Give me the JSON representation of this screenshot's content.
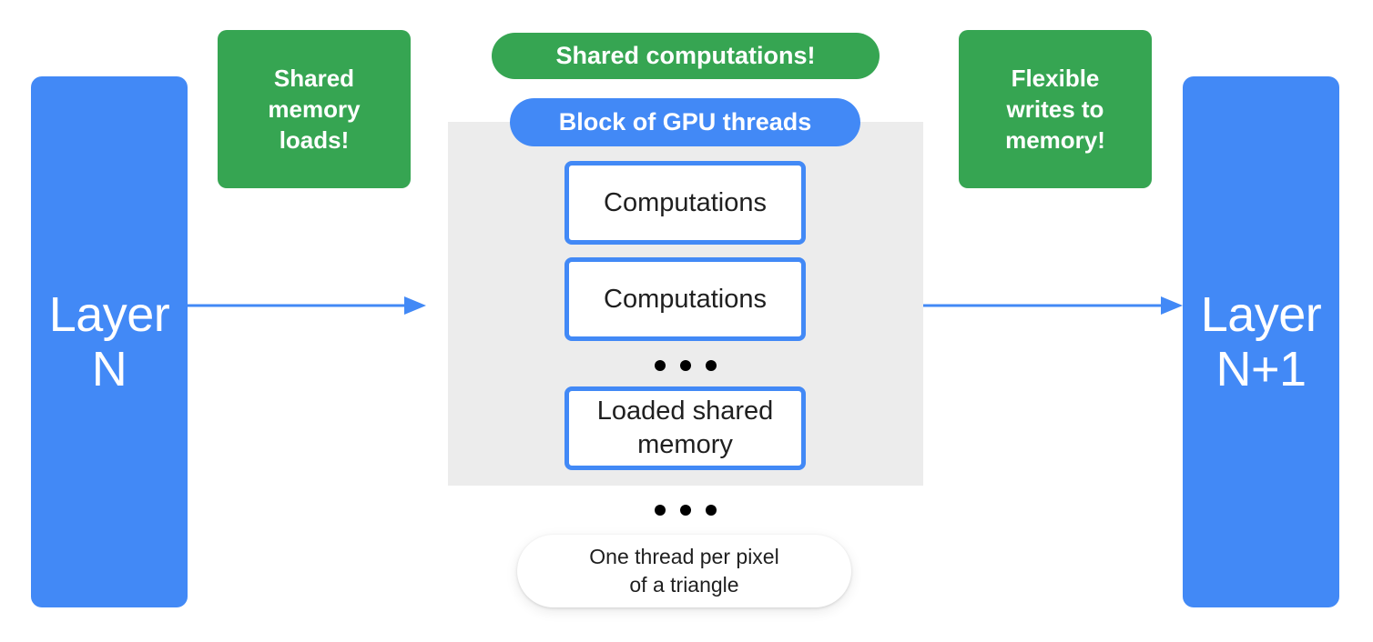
{
  "diagram": {
    "title": "GPU block / shared memory data flow",
    "colors": {
      "blue": "#4289F6",
      "green": "#36A552",
      "grey_block": "#ececec",
      "box_text": "#1f1f1f",
      "white": "#ffffff"
    }
  },
  "layers": {
    "input": {
      "label": "Layer\nN"
    },
    "output": {
      "label": "Layer\nN+1"
    }
  },
  "callouts": {
    "left": {
      "label": "Shared\nmemory\nloads!"
    },
    "right": {
      "label": "Flexible\nwrites to\nmemory!"
    }
  },
  "pills": {
    "shared_computations": {
      "label": "Shared computations!"
    },
    "block_of_gpu_threads": {
      "label": "Block of GPU threads"
    }
  },
  "gpu_block": {
    "threads": [
      {
        "label": "Computations"
      },
      {
        "label": "Computations"
      },
      {
        "label": "Loaded shared\nmemory"
      }
    ],
    "inner_ellipsis": "• • •",
    "outer_ellipsis": "• • •"
  },
  "thread_note": {
    "label": "One thread per pixel\nof a triangle"
  },
  "arrows": {
    "left": {
      "name": "layer-n-to-gpu-block"
    },
    "right": {
      "name": "gpu-block-to-layer-n1"
    }
  }
}
